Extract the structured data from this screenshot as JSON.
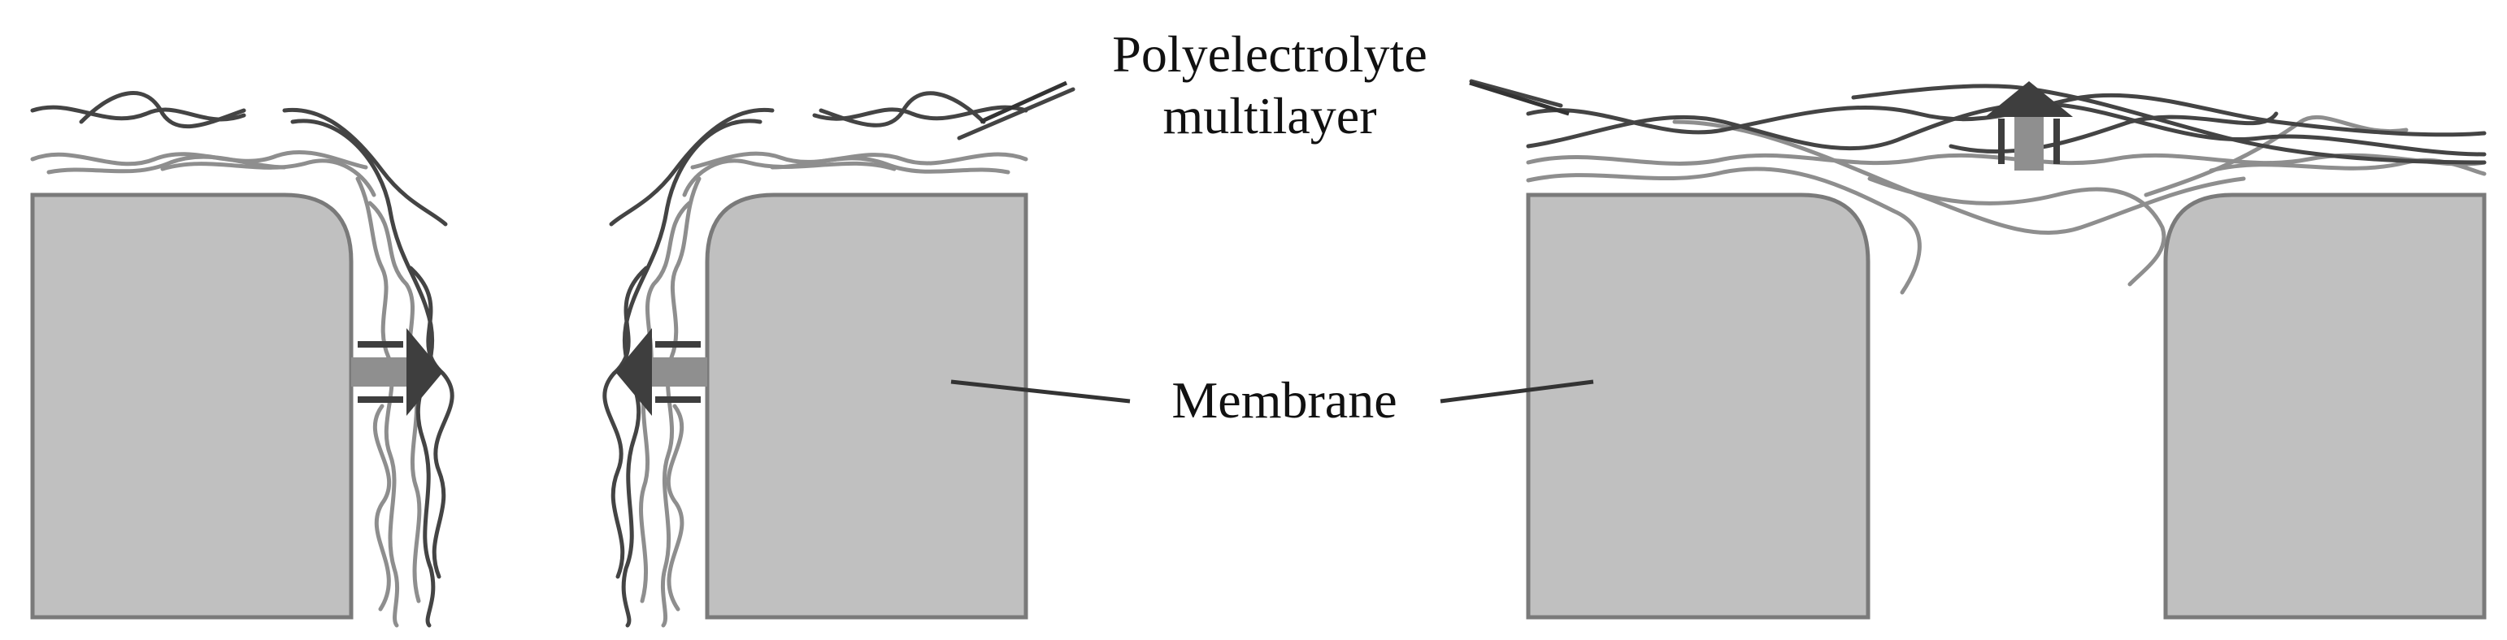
{
  "labels": {
    "polyelectrolyte_line1": "Polyelectrolyte",
    "polyelectrolyte_line2": "multilayer",
    "membrane": "Membrane"
  },
  "colors": {
    "membrane_fill": "#c0c0c0",
    "membrane_edge": "#7a7a7a",
    "fiber_dark": "#444444",
    "fiber_light": "#8e8e8e",
    "arrow_body": "#8f8f8f",
    "arrow_head": "#3e3e3e"
  },
  "panels": [
    {
      "name": "left-pore-pair",
      "arrows": [
        "right",
        "left"
      ]
    },
    {
      "name": "right-covered-pore",
      "arrows": [
        "up"
      ]
    }
  ]
}
